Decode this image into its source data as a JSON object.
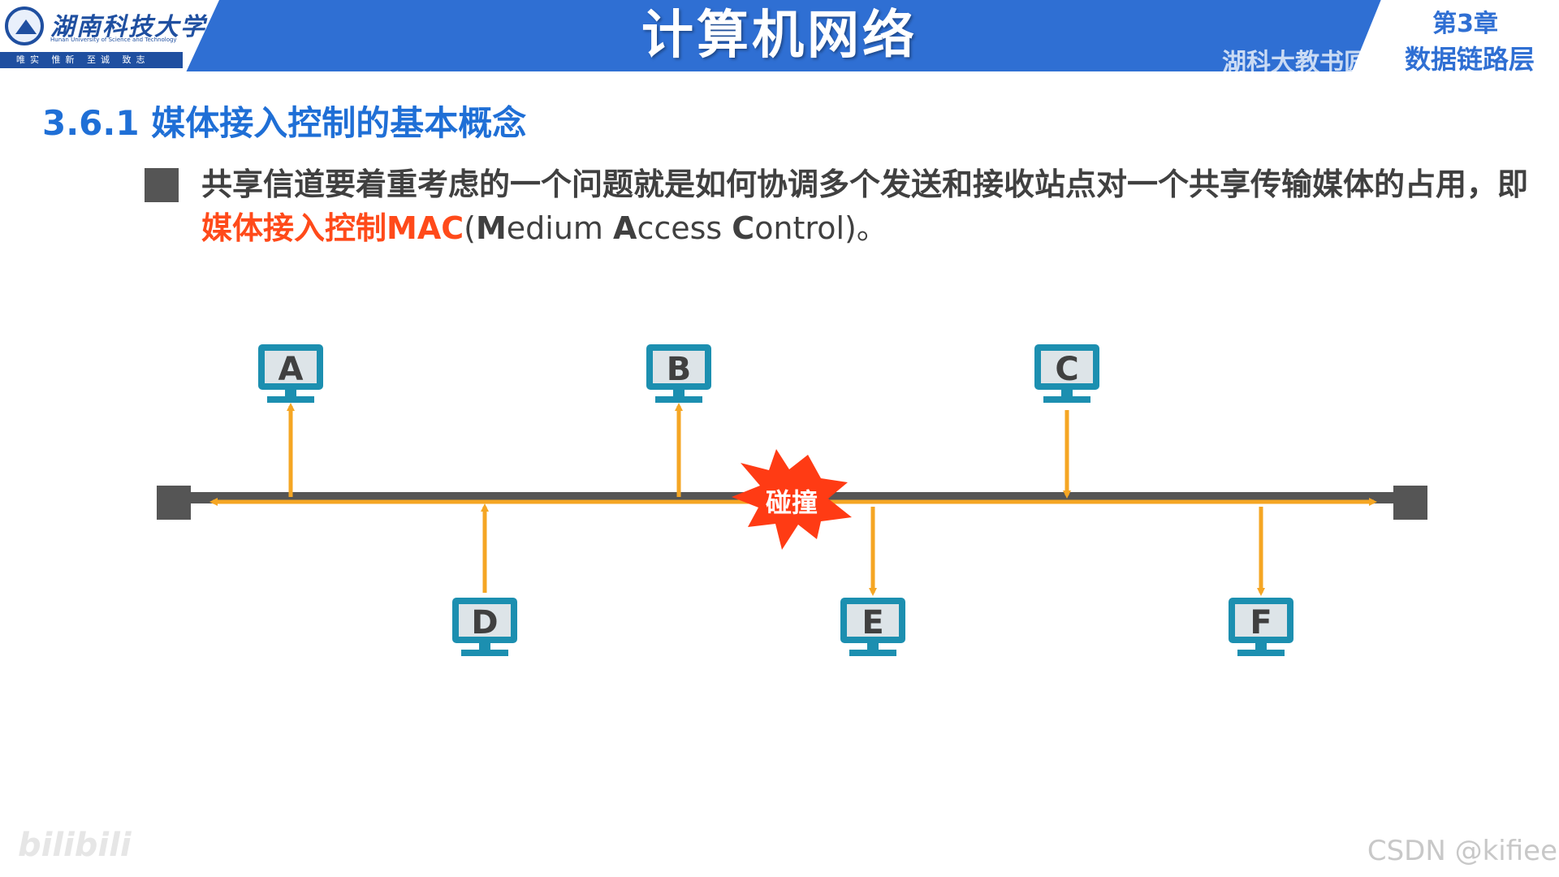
{
  "header": {
    "university_name": "湖南科技大学",
    "university_english": "Hunan University of Science and Technology",
    "motto": "唯实 惟新 至诚 致志",
    "course_title": "计算机网络",
    "chapter_number": "第3章",
    "chapter_name": "数据链路层",
    "overlay_text": "湖科大教书匠"
  },
  "section": {
    "title": "3.6.1 媒体接入控制的基本概念"
  },
  "content": {
    "text_before": "共享信道要着重考虑的一个问题就是如何协调多个发送和接收站点对一个共享传输媒体的占用，即",
    "highlight": "媒体接入控制MAC",
    "text_open": "(",
    "en_M": "M",
    "en_edium": "edium ",
    "en_A": "A",
    "en_ccess": "ccess ",
    "en_C": "C",
    "en_ontrol": "ontrol",
    "text_after": ")。"
  },
  "diagram": {
    "stations_top": [
      "A",
      "B",
      "C"
    ],
    "stations_bottom": [
      "D",
      "E",
      "F"
    ],
    "collision_label": "碰撞",
    "colors": {
      "bus": "#555555",
      "signal": "#f5a623",
      "station": "#1c8fb0",
      "collision": "#ff3b14"
    }
  },
  "watermarks": {
    "site": "CSDN @kifiee",
    "platform": "bilibili"
  }
}
